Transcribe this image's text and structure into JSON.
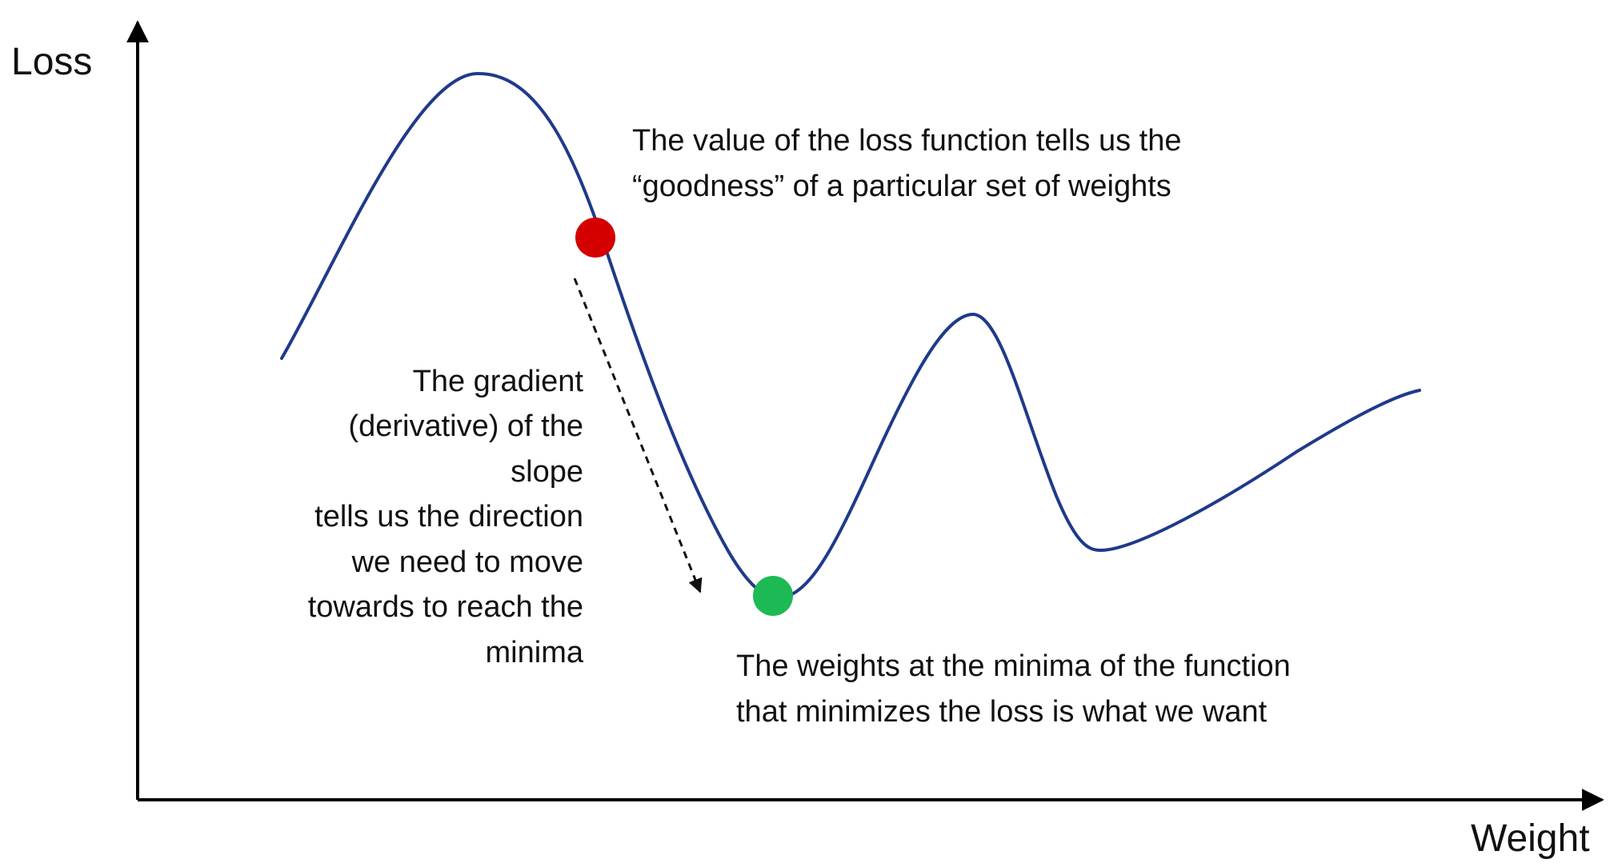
{
  "axes": {
    "y_label": "Loss",
    "x_label": "Weight"
  },
  "colors": {
    "curve": "#1f3a8a",
    "current_point": "#d40000",
    "minimum_point": "#1db954",
    "axis": "#000000",
    "text": "#111111"
  },
  "annotations": {
    "loss_value": {
      "line1": "The value of the loss function tells us the",
      "line2": "“goodness” of a particular set of weights"
    },
    "gradient": {
      "line1": "The gradient",
      "line2": "(derivative) of the",
      "line3": "slope",
      "line4": "tells us the direction",
      "line5": "we need to move",
      "line6": "towards to reach the",
      "line7": "minima"
    },
    "minima": {
      "line1": "The weights at the minima of the function",
      "line2": "that minimizes the loss is what we want"
    }
  }
}
